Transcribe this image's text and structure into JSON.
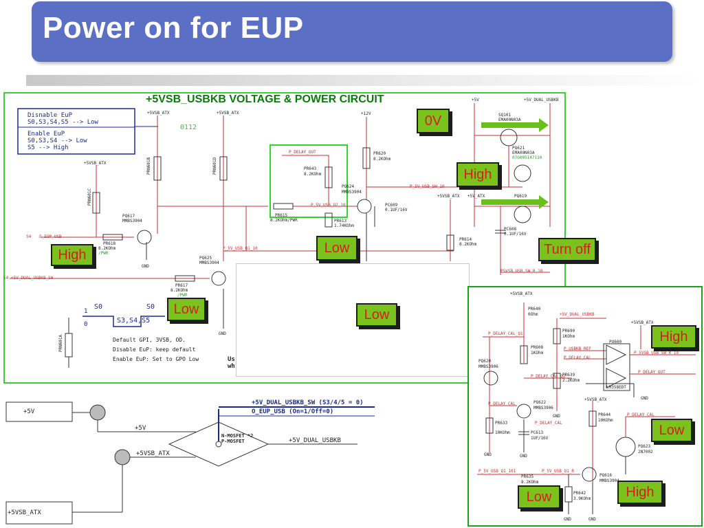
{
  "title": "Power on for EUP",
  "circuit_title": "+5VSB_USBKB VOLTAGE & POWER CIRCUIT",
  "note_box": {
    "disable_line1": "Disnable EuP",
    "disable_line2": "S0,S3,S4,S5 --> Low",
    "enable_line1": "Enable EuP",
    "enable_line2": "S0,S3,S4 --> Low",
    "enable_line3": "S5 --> High"
  },
  "rev_code": "0112",
  "tags": {
    "ov": "0V",
    "high_top": "High",
    "high_left": "High",
    "low_mid": "Low",
    "turn_off": "Turn off",
    "low_left": "Low",
    "low_center": "Low",
    "high_right": "High",
    "low_right": "Low",
    "high_bottom": "High",
    "low_bottom": "Low"
  },
  "labels": {
    "v5vsb_atx_1": "+5VSB_ATX",
    "v5vsb_atx_2": "+5VSB_ATX",
    "v5vsb_atx_3": "+5VSB_ATX",
    "v12": "+12V",
    "v5v": "+5V",
    "v5v_dual": "+5V_DUAL_USBKB",
    "v5vsb_atx_4": "+5VSB_ATX",
    "v5v_atx": "+5V_ATX",
    "p_delay_out": "P_DELAY_OUT",
    "pr643": "PR643",
    "pr643_v": "8.2KOhm",
    "pr620": "PR620",
    "pr620_v": "8.2KOhm",
    "pq624": "PQ624",
    "pq624_v": "MMBS3904",
    "p5v_usb_sw10": "P_5V_USB_SW_10",
    "sq101": "SQ101",
    "sq101_v": "EMA00N03A",
    "pq621": "PQ621",
    "pq621_v": "EMA00N03A",
    "pq621_code": "07G005147110",
    "pq619": "PQ619",
    "pc609": "PC609",
    "pc609_v": "0.1UF/16V",
    "pc608": "PC608",
    "pc608_v": "0.1UF/16V",
    "pr614": "PR614",
    "pr614_v": "8.2KOhm",
    "pr615": "PR615",
    "pr615_v": "8.2KOhm/PWR",
    "pr613": "PR613",
    "pr613_v": "1.74KOhm",
    "p5v_usb_q2_10": "P_5V_USB_Q2_10",
    "p5v_usb_q1_10": "P_5V_USB_Q1_10",
    "prn601c": "PRN601C",
    "prn601b": "PRN601B",
    "prn601d": "PRN601D",
    "prn601a": "PRN601A",
    "pq617": "PQ617",
    "pq617_v": "MMBS3904",
    "pr618": "PR618",
    "pr618_v": "8.2KOhm",
    "pr618_t": "/PWR",
    "o_eup_usb": "O_EUP_USB",
    "pin54a": "54",
    "pin54b": "54",
    "v5v_dual_sw": "+5V_DUAL_USBKB_SW",
    "pq625": "PQ625",
    "pq625_v": "MMBS3904",
    "pr617": "PR617",
    "pr617_v": "8.2KOhm",
    "pr617_t": "/PWR",
    "gnd": "GND",
    "wave_s0a": "S0",
    "wave_s0b": "S0",
    "wave_s345": "S3,S4,S5",
    "wave_1": "1",
    "wave_0": "0",
    "note1": "Default GPI, 3VSB, OD.",
    "note2": "Disable EuP: keep default",
    "note3": "Enable EuP: Set to GPO Low",
    "cut_us": "Us",
    "cut_wh": "wh",
    "p5vsb_sw_r10": "P5VSB_USB_SW_R_10"
  },
  "right_panel": {
    "v5vsb_atx": "+5VSB_ATX",
    "v5vsb_atx_b": "+5VSB_ATX",
    "v5v_dual": "+5V_DUAL_USBKB",
    "v5vsb_atx_c": "+5VSB_ATX",
    "p_delay_cal_q1": "P_DELAY_CAL_Q1",
    "pr608": "PR608",
    "pr608_v": "1KOhm",
    "pr640": "PR640",
    "pr640_v": "0Ohm",
    "pr690": "PR690",
    "pr690_v": "1KOhm",
    "p_usbkb_ref": "P_USBKB_REF",
    "p_delay_cal": "P_DELAY_CAL",
    "pu600": "PU600",
    "lm358": "LM358EDT",
    "p5vsb_sw_r10": "P_5VSB_USB_SW_R_10",
    "p_delay_out": "P_DELAY_OUT",
    "pq620": "PQ620",
    "pq620_v": "MMBS3906",
    "p_delay_cal_q2": "P_DELAY_CAL_Q2",
    "pr639": "PR639",
    "pr639_v": "2.2KOhm",
    "p_delay_cal_b": "P_DELAY_CAL",
    "pq622": "PQ622",
    "pq622_v": "MMBS3906",
    "pr633": "PR633",
    "pr633_v": "10KOhm",
    "p_delay_cal_c": "P_DELAY_CAL",
    "pc613": "PC613",
    "pc613_v": "1UF/16V",
    "pr644": "PR644",
    "pr644_v": "10KOhm",
    "p_delay_cal_d": "P_DELAY_CAL",
    "pq623": "PQ623",
    "pq623_v": "2N7002",
    "p5v_usb_q1_101": "P_5V_USB_Q1_101",
    "pr635": "PR635",
    "pr635_v": "8.2KOhm",
    "p5v_usb_q1_r": "P_5V_USB_Q1_R",
    "pr642": "PR642",
    "pr642_v": "3.9KOhm",
    "pq616": "PQ616",
    "pq616_v": "MMBS3904",
    "gnd": "GND"
  },
  "block": {
    "v5v_box": "+5V",
    "v5vsb_box": "+5VSB_ATX",
    "v5v_line": "+5V",
    "v5vsb_line": "+5VSB_ATX",
    "sig1": "+5V_DUAL_USBKB_SW (S3/4/5 = 0)",
    "sig2": "O_EUP_USB (On=1/Off=0)",
    "nmos": "N-MOSFET *2",
    "pmos": "P-MOSFET",
    "out": "+5V_DUAL_USBKB"
  }
}
